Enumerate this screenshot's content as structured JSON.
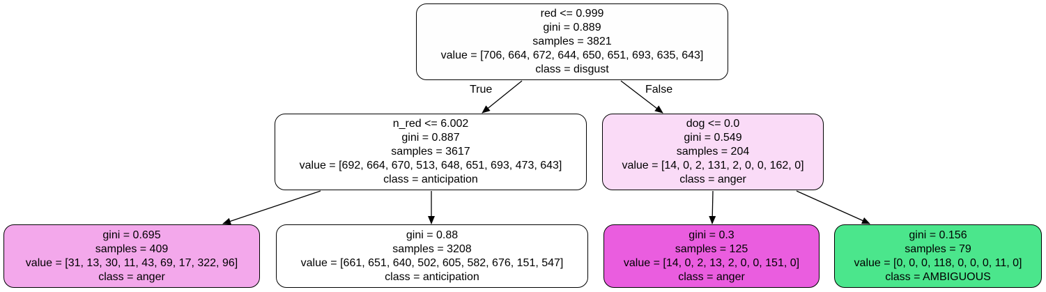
{
  "nodes": [
    {
      "id": "n0",
      "lines": [
        "red <= 0.999",
        "gini = 0.889",
        "samples = 3821",
        "value = [706, 664, 672, 644, 650, 651, 693, 635, 643]",
        "class = disgust"
      ],
      "fill": "#fefefe"
    },
    {
      "id": "n1",
      "lines": [
        "n_red <= 6.002",
        "gini = 0.887",
        "samples = 3617",
        "value = [692, 664, 670, 513, 648, 651, 693, 473, 643]",
        "class = anticipation"
      ],
      "fill": "#ffffff"
    },
    {
      "id": "n2",
      "lines": [
        "gini = 0.695",
        "samples = 409",
        "value = [31, 13, 30, 11, 43, 69, 17, 322, 96]",
        "class = anger"
      ],
      "fill": "#f3a8eb"
    },
    {
      "id": "n3",
      "lines": [
        "gini = 0.88",
        "samples = 3208",
        "value = [661, 651, 640, 502, 605, 582, 676, 151, 547]",
        "class = anticipation"
      ],
      "fill": "#ffffff"
    },
    {
      "id": "n4",
      "lines": [
        "dog <= 0.0",
        "gini = 0.549",
        "samples = 204",
        "value = [14, 0, 2, 131, 2, 0, 0, 162, 0]",
        "class = anger"
      ],
      "fill": "#fadbf7"
    },
    {
      "id": "n5",
      "lines": [
        "gini = 0.3",
        "samples = 125",
        "value = [14, 0, 2, 13, 2, 0, 0, 151, 0]",
        "class = anger"
      ],
      "fill": "#ea5ddf"
    },
    {
      "id": "n6",
      "lines": [
        "gini = 0.156",
        "samples = 79",
        "value = [0, 0, 0, 118, 0, 0, 0, 11, 0]",
        "class = AMBIGUOUS"
      ],
      "fill": "#4be68c"
    }
  ],
  "edges": [
    {
      "from": "n0",
      "to": "n1",
      "label": "True"
    },
    {
      "from": "n0",
      "to": "n4",
      "label": "False"
    },
    {
      "from": "n1",
      "to": "n2",
      "label": ""
    },
    {
      "from": "n1",
      "to": "n3",
      "label": ""
    },
    {
      "from": "n4",
      "to": "n5",
      "label": ""
    },
    {
      "from": "n4",
      "to": "n6",
      "label": ""
    }
  ]
}
